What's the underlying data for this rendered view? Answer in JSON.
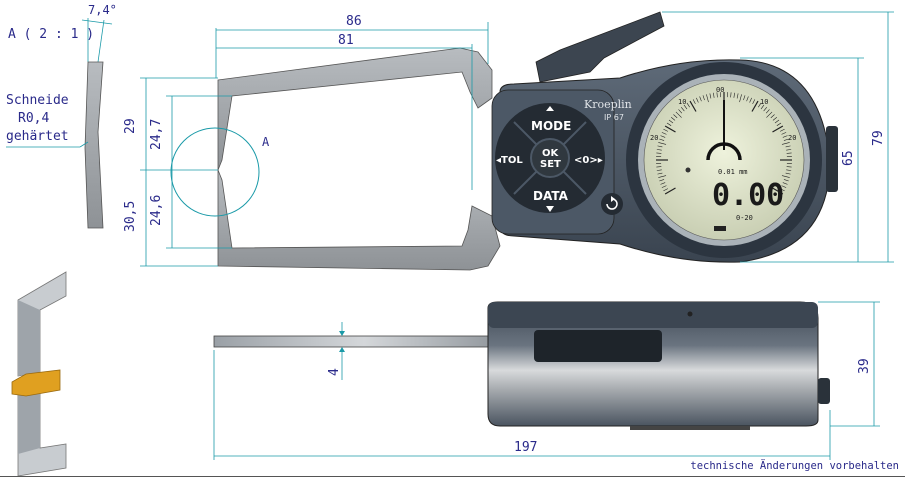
{
  "detail": {
    "label": "A ( 2 : 1 )",
    "angle": "7,4°",
    "note_line1": "Schneide",
    "note_line2": "R0,4",
    "note_line3": "gehärtet"
  },
  "dimensions": {
    "width_86": "86",
    "width_81": "81",
    "upper_29": "29",
    "upper_24_7": "24,7",
    "lower_30_5": "30,5",
    "lower_24_6": "24,6",
    "height_65": "65",
    "height_79": "79",
    "thickness_4": "4",
    "height_39": "39",
    "length_197": "197",
    "detail_marker": "A"
  },
  "gauge": {
    "brand": "Kroeplin",
    "ip": "IP 67",
    "btn_mode": "MODE",
    "btn_ok": "OK",
    "btn_set": "SET",
    "btn_tol": "◂TOL",
    "btn_zero": "<0>▸",
    "btn_data": "DATA",
    "lcd_value": "0.00",
    "lcd_resolution": "0.01 mm",
    "lcd_range": "0-20",
    "scale_labels": [
      "00",
      "10",
      "10",
      "20",
      "20"
    ]
  },
  "footer": {
    "note": "technische Änderungen vorbehalten"
  }
}
